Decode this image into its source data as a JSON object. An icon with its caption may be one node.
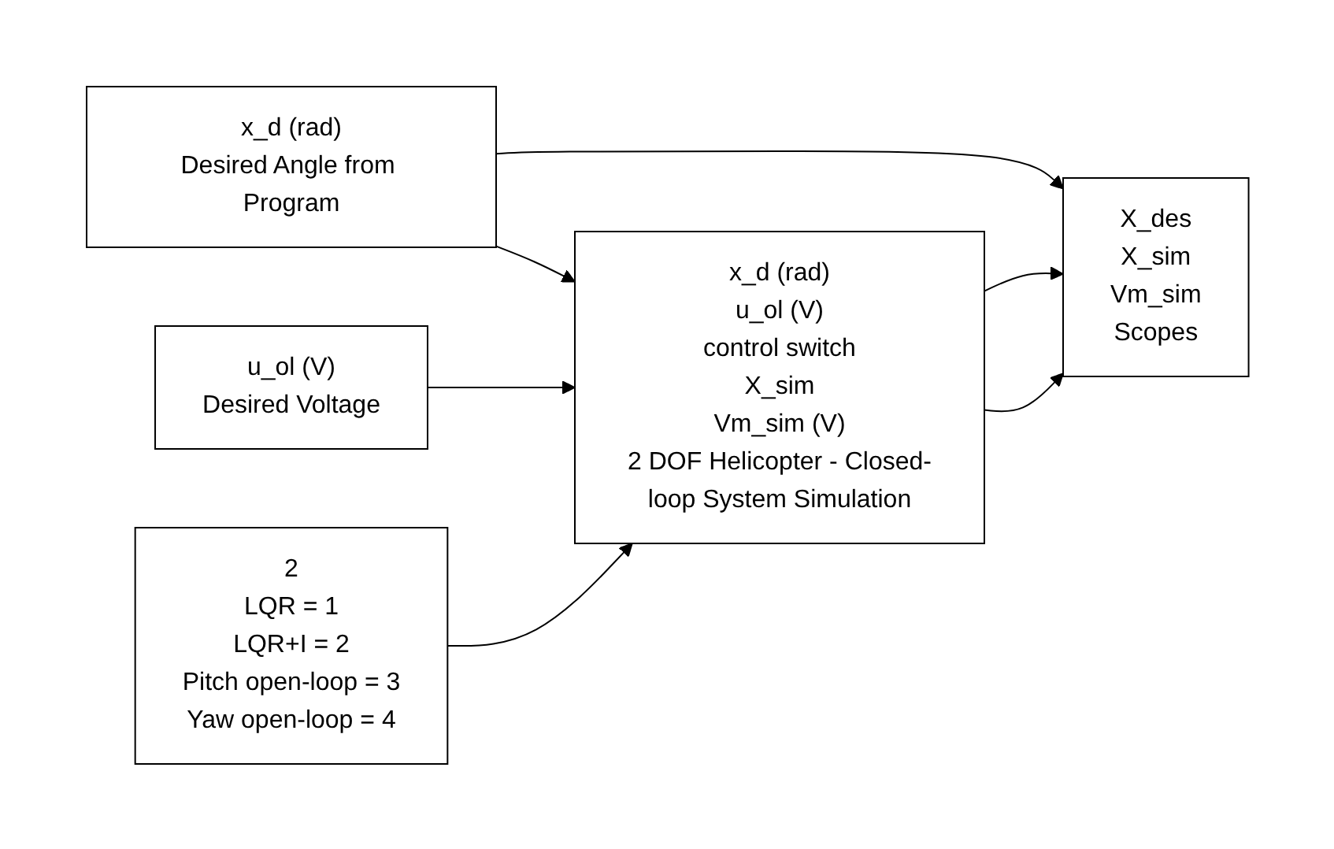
{
  "diagram": {
    "nodes": [
      {
        "text": [
          "x_d (rad)",
          "Desired Angle from Program"
        ]
      },
      {
        "text": [
          "u_ol (V)",
          "Desired Voltage"
        ]
      },
      {
        "text": [
          "2",
          "LQR = 1",
          "LQR+I = 2",
          "Pitch open-loop = 3",
          "Yaw open-loop = 4"
        ]
      },
      {
        "text": [
          "x_d (rad)",
          "u_ol (V)",
          "control switch",
          "X_sim",
          "Vm_sim (V)",
          "2 DOF Helicopter - Closed-loop System Simulation"
        ]
      },
      {
        "text": [
          "X_des",
          "X_sim",
          "Vm_sim",
          "Scopes"
        ]
      }
    ],
    "edges": [
      {
        "from": 0,
        "to": 3,
        "arrow": "to"
      },
      {
        "from": 0,
        "to": 4,
        "arrow": "to"
      },
      {
        "from": 1,
        "to": 3,
        "arrow": "to"
      },
      {
        "from": 2,
        "to": 3,
        "arrow": "to"
      },
      {
        "from": 3,
        "to": 4,
        "arrow": "to"
      },
      {
        "from": 3,
        "to": 4,
        "arrow": "to"
      }
    ]
  }
}
